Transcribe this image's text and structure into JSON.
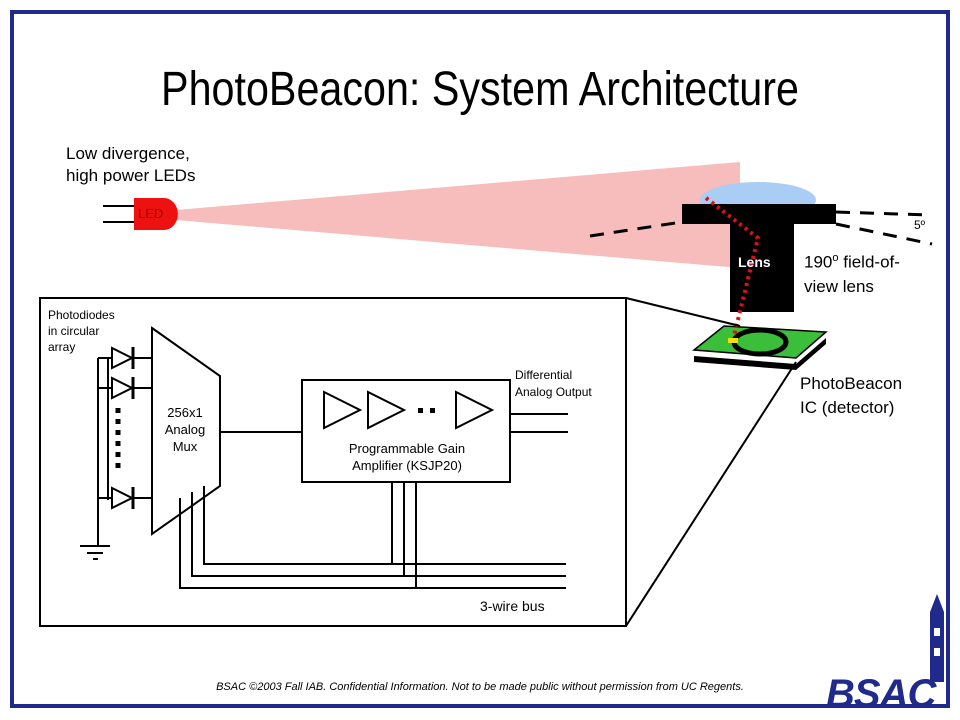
{
  "title": "PhotoBeacon: System Architecture",
  "led": {
    "caption": "Low divergence,\nhigh power LEDs",
    "label": "LED"
  },
  "lens": {
    "label": "Lens",
    "angle": "190",
    "angle_sup": "o",
    "caption_rest": " field-of-",
    "caption_line2": "view lens",
    "small_angle": "5º"
  },
  "ic": {
    "caption": "PhotoBeacon\nIC (detector)"
  },
  "schematic": {
    "photodiodes": "Photodiodes\nin circular\narray",
    "mux": "256x1\nAnalog\nMux",
    "pga": "Programmable Gain\nAmplifier (KSJP20)",
    "output": "Differential\nAnalog Output",
    "bus": "3-wire bus"
  },
  "footer": "BSAC ©2003 Fall IAB.  Confidential Information.  Not to be made public without permission from UC Regents.",
  "logo": "BSAC",
  "colors": {
    "frame": "#1f2a8c",
    "beam": "#f7bdbd",
    "led": "#ee1111",
    "lens_top": "#a9cdf5",
    "chip": "#3bbf3b",
    "ray": "#e01010"
  }
}
